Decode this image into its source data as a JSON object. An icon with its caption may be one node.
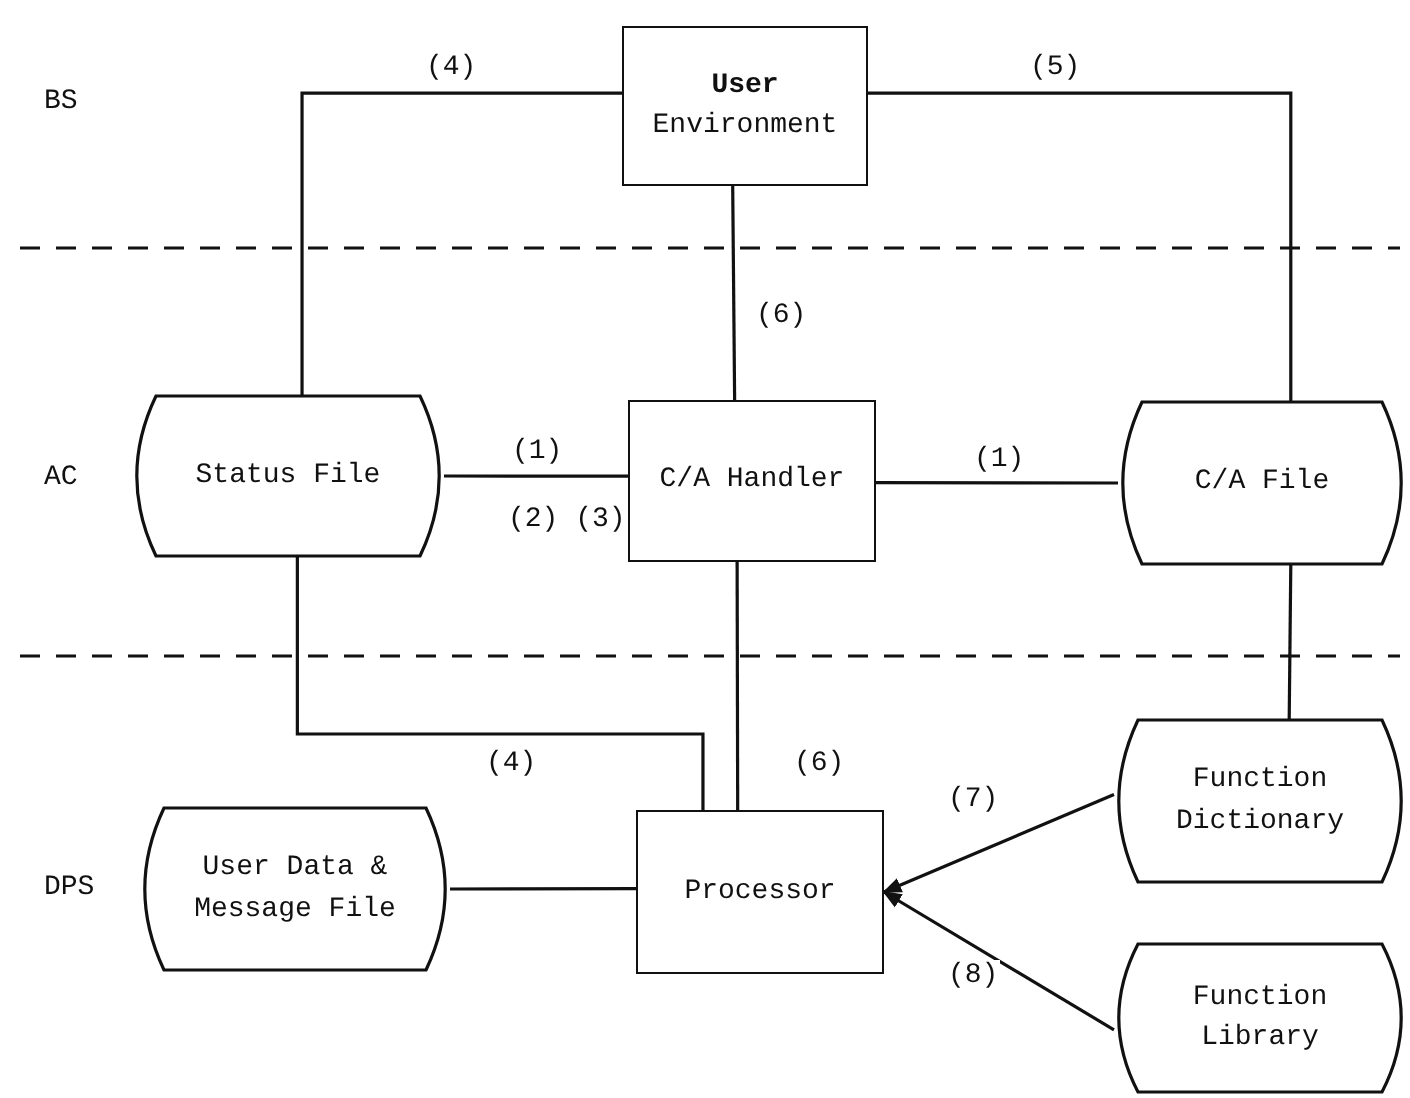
{
  "diagram": {
    "nodes": [
      {
        "text": [
          "**User** Environment"
        ]
      },
      {
        "text": [
          "Status File"
        ]
      },
      {
        "text": [
          "C/A Handler"
        ]
      },
      {
        "text": [
          "C/A File"
        ]
      },
      {
        "text": [
          "User Data & Message File"
        ]
      },
      {
        "text": [
          "Processor"
        ]
      },
      {
        "text": [
          "Function Dictionary"
        ]
      },
      {
        "text": [
          "Function Library"
        ]
      }
    ],
    "edges": [
      {
        "from": 0,
        "to": 1,
        "arrow": "none",
        "label": "(4)"
      },
      {
        "from": 0,
        "to": 3,
        "arrow": "none",
        "label": "(5)"
      },
      {
        "from": 0,
        "to": 2,
        "arrow": "none",
        "label": "(6)"
      },
      {
        "from": 1,
        "to": 2,
        "arrow": "none",
        "label": "(1)"
      },
      {
        "from": 2,
        "to": 3,
        "arrow": "none",
        "label": "(1)"
      },
      {
        "from": 1,
        "to": 5,
        "arrow": "none",
        "label": "(4)"
      },
      {
        "from": 2,
        "to": 5,
        "arrow": "none",
        "label": "(6)"
      },
      {
        "from": 3,
        "to": 6,
        "arrow": "none"
      },
      {
        "from": 4,
        "to": 5,
        "arrow": "none"
      },
      {
        "from": 6,
        "to": 5,
        "arrow": "to",
        "label": "(7)"
      },
      {
        "from": 7,
        "to": 5,
        "arrow": "to",
        "label": "(8)"
      }
    ],
    "labels": [
      "BS",
      "AC",
      "DPS",
      "(2) (3)"
    ]
  }
}
